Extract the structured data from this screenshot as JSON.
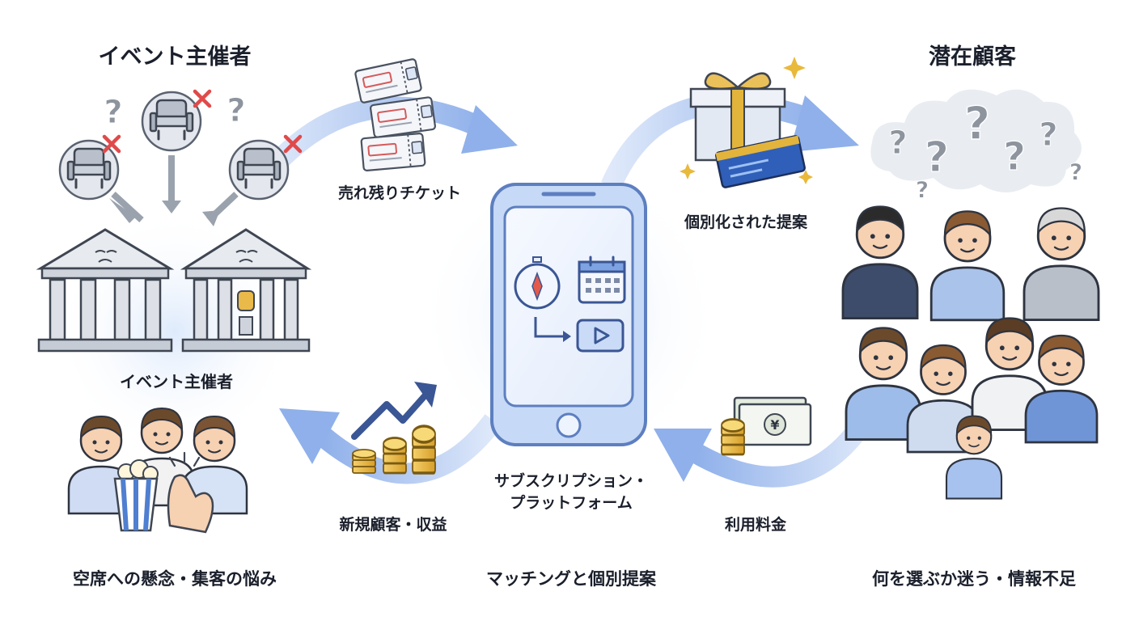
{
  "labels": {
    "organizer_title": "イベント主催者",
    "organizer_center": "イベント主催者",
    "customer_title": "潜在顧客",
    "unsold_tickets": "売れ残りチケット",
    "personalized_offer": "個別化された提案",
    "platform_line1": "サブスクリプション・",
    "platform_line2": "プラットフォーム",
    "new_customers_revenue": "新規顧客・収益",
    "usage_fee": "利用料金",
    "organizer_problem": "空席への懸念・集客の悩み",
    "platform_role": "マッチングと個別提案",
    "customer_problem": "何を選ぶか迷う・情報不足"
  },
  "icons": {
    "empty_seat": "empty-seat-icon",
    "cross": "cross-mark-icon",
    "question": "question-mark-icon",
    "theater": "theater-building-icon",
    "ticket": "ticket-icon",
    "gift": "gift-box-icon",
    "smartphone": "smartphone-icon",
    "compass": "compass-icon",
    "calendar": "calendar-icon",
    "play": "play-button-icon",
    "coins": "coin-stack-icon",
    "banknotes": "banknote-icon",
    "trend": "trend-up-arrow-icon",
    "popcorn": "popcorn-icon",
    "people": "person-icon"
  },
  "colors": {
    "arrow": "#8fb0ea",
    "phone_body": "#c6d9f6",
    "phone_outline": "#5d7fc0",
    "gold": "#e2b43b",
    "cross": "#e04a4a",
    "glow": "#e6f0fc",
    "text": "#1a1f2b"
  }
}
